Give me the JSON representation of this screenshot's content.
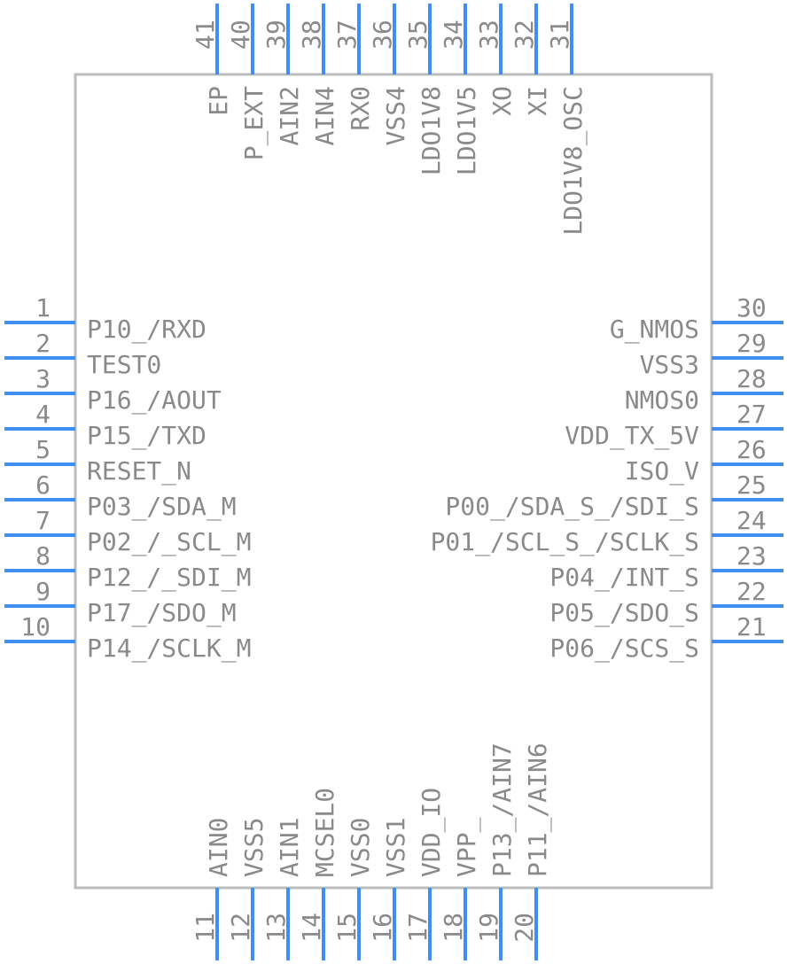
{
  "component": {
    "colors": {
      "pin": "#3f8ef2",
      "body_outline": "#bcbcbc",
      "text": "#8a8a8a"
    },
    "left_pins": [
      {
        "num": "1",
        "name": "P10_/RXD"
      },
      {
        "num": "2",
        "name": "TEST0"
      },
      {
        "num": "3",
        "name": "P16_/AOUT"
      },
      {
        "num": "4",
        "name": "P15_/TXD"
      },
      {
        "num": "5",
        "name": "RESET_N"
      },
      {
        "num": "6",
        "name": "P03_/SDA_M"
      },
      {
        "num": "7",
        "name": "P02_/_SCL_M"
      },
      {
        "num": "8",
        "name": "P12_/_SDI_M"
      },
      {
        "num": "9",
        "name": "P17_/SDO_M"
      },
      {
        "num": "10",
        "name": "P14_/SCLK_M"
      }
    ],
    "right_pins": [
      {
        "num": "30",
        "name": "G_NMOS"
      },
      {
        "num": "29",
        "name": "VSS3"
      },
      {
        "num": "28",
        "name": "NMOS0"
      },
      {
        "num": "27",
        "name": "VDD_TX_5V"
      },
      {
        "num": "26",
        "name": "ISO_V"
      },
      {
        "num": "25",
        "name": "P00_/SDA_S_/SDI_S"
      },
      {
        "num": "24",
        "name": "P01_/SCL_S_/SCLK_S"
      },
      {
        "num": "23",
        "name": "P04_/INT_S"
      },
      {
        "num": "22",
        "name": "P05_/SDO_S"
      },
      {
        "num": "21",
        "name": "P06_/SCS_S"
      }
    ],
    "top_pins": [
      {
        "num": "41",
        "name": "EP"
      },
      {
        "num": "40",
        "name": "P_EXT"
      },
      {
        "num": "39",
        "name": "AIN2"
      },
      {
        "num": "38",
        "name": "AIN4"
      },
      {
        "num": "37",
        "name": "RX0"
      },
      {
        "num": "36",
        "name": "VSS4"
      },
      {
        "num": "35",
        "name": "LDO1V8"
      },
      {
        "num": "34",
        "name": "LDO1V5"
      },
      {
        "num": "33",
        "name": "XO"
      },
      {
        "num": "32",
        "name": "XI"
      },
      {
        "num": "31",
        "name": "LDO1V8_OSC"
      }
    ],
    "bottom_pins": [
      {
        "num": "11",
        "name": "AIN0"
      },
      {
        "num": "12",
        "name": "VSS5"
      },
      {
        "num": "13",
        "name": "AIN1"
      },
      {
        "num": "14",
        "name": "MCSEL0"
      },
      {
        "num": "15",
        "name": "VSS0"
      },
      {
        "num": "16",
        "name": "VSS1"
      },
      {
        "num": "17",
        "name": "VDD_IO"
      },
      {
        "num": "18",
        "name": "VPP_"
      },
      {
        "num": "19",
        "name": "P13_/AIN7"
      },
      {
        "num": "20",
        "name": "P11_/AIN6"
      }
    ]
  }
}
